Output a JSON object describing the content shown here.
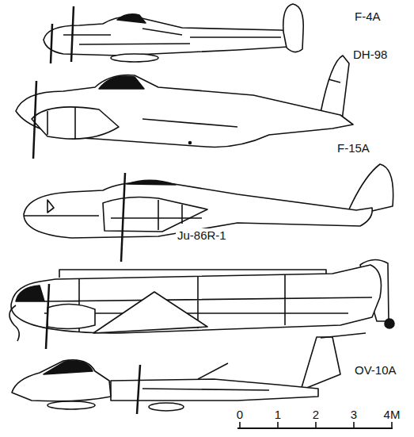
{
  "diagram": {
    "labels": [
      "F-4A",
      "DH-98",
      "F-15A",
      "Ju-86R-1",
      "OV-10A",
      "0",
      "1",
      "2",
      "3",
      "4M"
    ]
  }
}
